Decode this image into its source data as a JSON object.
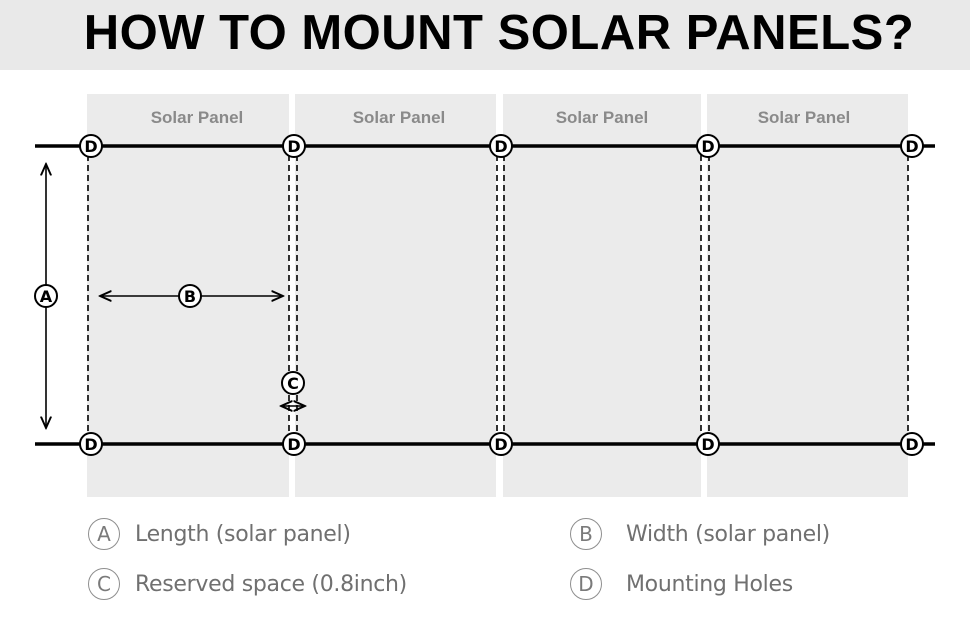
{
  "title": "HOW TO MOUNT SOLAR PANELS?",
  "panels": [
    {
      "label": "Solar Panel"
    },
    {
      "label": "Solar Panel"
    },
    {
      "label": "Solar Panel"
    },
    {
      "label": "Solar Panel"
    }
  ],
  "markers": {
    "length": "A",
    "width": "B",
    "reserved": "C",
    "hole": "D"
  },
  "legend": [
    {
      "badge": "A",
      "text": "Length (solar panel)"
    },
    {
      "badge": "B",
      "text": "Width (solar panel)"
    },
    {
      "badge": "C",
      "text": "Reserved space (0.8inch)"
    },
    {
      "badge": "D",
      "text": "Mounting Holes"
    }
  ],
  "colors": {
    "header_bg": "#e9e9e9",
    "panel_fill": "#ebebeb",
    "rail": "#000000",
    "legend_text": "#707070"
  }
}
